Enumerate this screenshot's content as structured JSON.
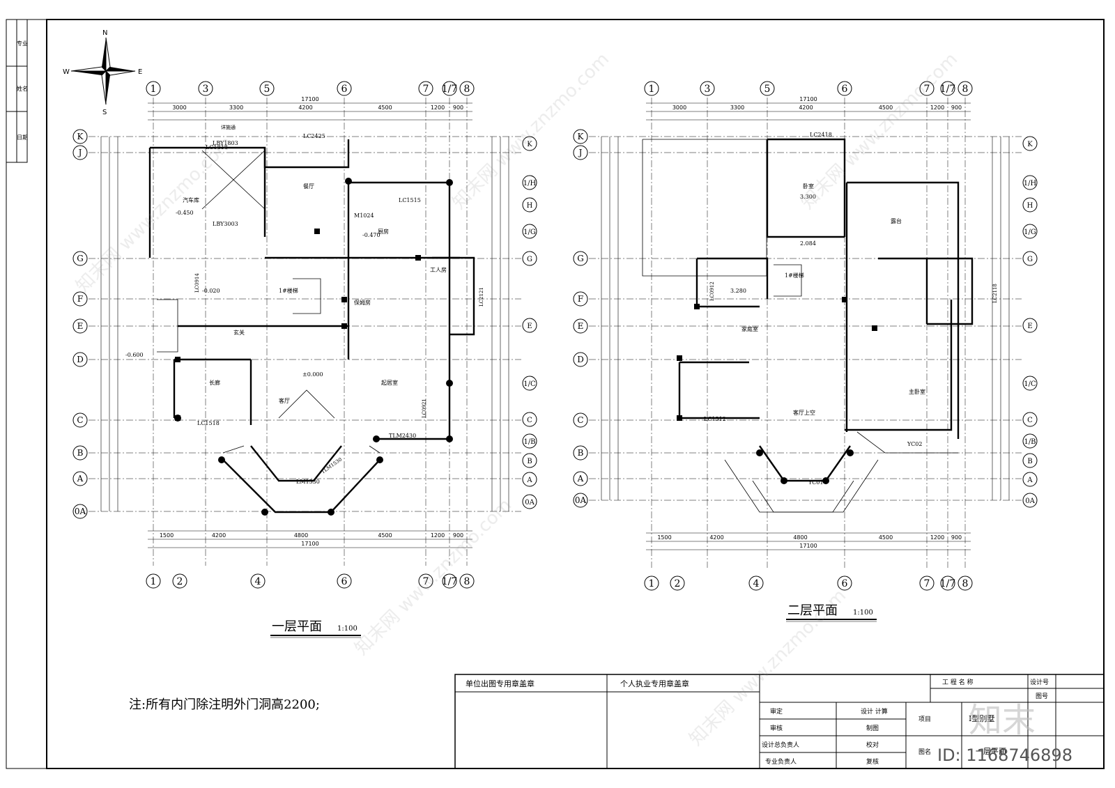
{
  "compass": {
    "n": "N",
    "s": "S",
    "e": "E",
    "w": "W"
  },
  "side_strip": [
    "专业",
    "姓名",
    "日期"
  ],
  "plan1": {
    "title": "一层平面",
    "scale": "1:100",
    "cols_top": [
      "1",
      "3",
      "5",
      "6",
      "7",
      "1/7",
      "8"
    ],
    "cols_bottom": [
      "1",
      "2",
      "4",
      "6",
      "7",
      "1/7",
      "8"
    ],
    "rows_left": [
      "K",
      "J",
      "G",
      "F",
      "E",
      "D",
      "C",
      "B",
      "A",
      "0A"
    ],
    "rows_right": [
      "K",
      "1/H",
      "H",
      "1/G",
      "G",
      "E",
      "1/C",
      "C",
      "1/B",
      "B",
      "A",
      "0A"
    ],
    "dim_total": "17100",
    "dims_top": [
      "3000",
      "3300",
      "4200",
      "4500",
      "1200",
      "900"
    ],
    "dims_bottom": [
      "1500",
      "4200",
      "4800",
      "4500",
      "1200",
      "900"
    ],
    "rooms": [
      "汽车库",
      "餐厅",
      "厨房",
      "保姆房",
      "工人房",
      "玄关",
      "客厅",
      "起居室",
      "长廊",
      "1#楼梯"
    ],
    "labels": [
      "LC2425",
      "LC1818",
      "LC1515",
      "M1024",
      "LC1518",
      "LC0914",
      "LC2121",
      "LC0921",
      "TLM2430",
      "TLM1530",
      "LM1530",
      "LBY1803",
      "LBY3003",
      "±0.000",
      "-0.450",
      "-0.600",
      "-0.470",
      "-0.020",
      "详施通"
    ]
  },
  "plan2": {
    "title": "二层平面",
    "scale": "1:100",
    "cols_top": [
      "1",
      "3",
      "5",
      "6",
      "7",
      "1/7",
      "8"
    ],
    "cols_bottom": [
      "1",
      "2",
      "4",
      "6",
      "7",
      "1/7",
      "8"
    ],
    "rows_left": [
      "K",
      "J",
      "G",
      "F",
      "E",
      "D",
      "C",
      "B",
      "A",
      "0A"
    ],
    "rows_right": [
      "K",
      "1/H",
      "H",
      "1/G",
      "G",
      "E",
      "1/C",
      "C",
      "1/B",
      "B",
      "A",
      "0A"
    ],
    "dim_total": "17100",
    "dims_top": [
      "3000",
      "3300",
      "4200",
      "4500",
      "1200",
      "900"
    ],
    "dims_bottom": [
      "1500",
      "4200",
      "4800",
      "4500",
      "1200",
      "900"
    ],
    "rooms": [
      "卧室",
      "露台",
      "家庭室",
      "主卧室",
      "客厅上空",
      "1#楼梯"
    ],
    "labels": [
      "LC2418",
      "LC1512",
      "LC0912",
      "LC2118",
      "YC01",
      "YC02",
      "3.300",
      "2.084",
      "3.280"
    ]
  },
  "note": "注:所有内门除注明外门洞高2200;",
  "title_block": {
    "stamp_unit": "单位出图专用章盖章",
    "stamp_personal": "个人执业专用章盖章",
    "roles": [
      "审定",
      "审核",
      "设计总负责人",
      "专业负责人"
    ],
    "roles2": [
      "设计 计算",
      "制图",
      "校对",
      "复核"
    ],
    "project_name_label": "工 程 名 称",
    "design_no_label": "设计号",
    "sheet_no_label": "图号",
    "item_label": "项目",
    "item_value": "I型别墅",
    "drawing_name_label": "图名",
    "drawing_name_value": "一层平面"
  },
  "watermark": {
    "text": "知末网 www.znzmo.com",
    "logo": "知末",
    "id": "ID: 1168746898"
  }
}
